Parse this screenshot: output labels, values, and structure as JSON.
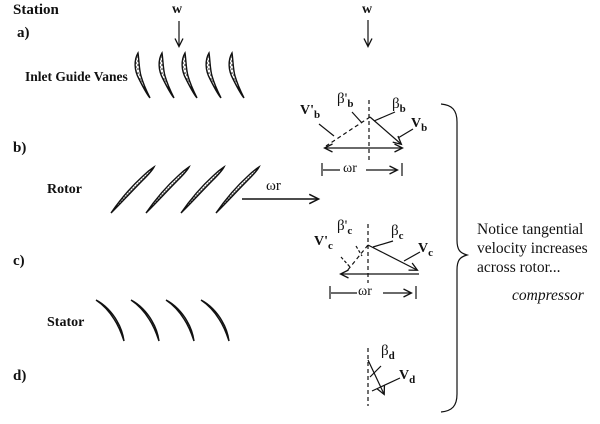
{
  "colors": {
    "ink": "#111111",
    "background": "#ffffff"
  },
  "header": {
    "title": "Station"
  },
  "stations": {
    "a": "a)",
    "b": "b)",
    "c": "c)",
    "d": "d)"
  },
  "rows": {
    "igv_label": "Inlet Guide Vanes",
    "rotor_label": "Rotor",
    "stator_label": "Stator"
  },
  "flow": {
    "w_left": "w",
    "w_right": "w",
    "rotor_speed": "ωr"
  },
  "triangle_b": {
    "v_rel": {
      "main": "V'",
      "sub": "b"
    },
    "beta_rel": {
      "main": "β'",
      "sub": "b"
    },
    "beta_abs": {
      "main": "β",
      "sub": "b"
    },
    "v_abs": {
      "main": "V",
      "sub": "b"
    },
    "wr": "ωr"
  },
  "triangle_c": {
    "v_rel": {
      "main": "V'",
      "sub": "c"
    },
    "beta_rel": {
      "main": "β'",
      "sub": "c"
    },
    "beta_abs": {
      "main": "β",
      "sub": "c"
    },
    "v_abs": {
      "main": "V",
      "sub": "c"
    },
    "wr": "ωr"
  },
  "station_d": {
    "beta_abs": {
      "main": "β",
      "sub": "d"
    },
    "v_abs": {
      "main": "V",
      "sub": "d"
    }
  },
  "note": {
    "line1": "Notice tangential",
    "line2": "velocity increases",
    "line3": "across rotor...",
    "emphasis": "compressor"
  }
}
